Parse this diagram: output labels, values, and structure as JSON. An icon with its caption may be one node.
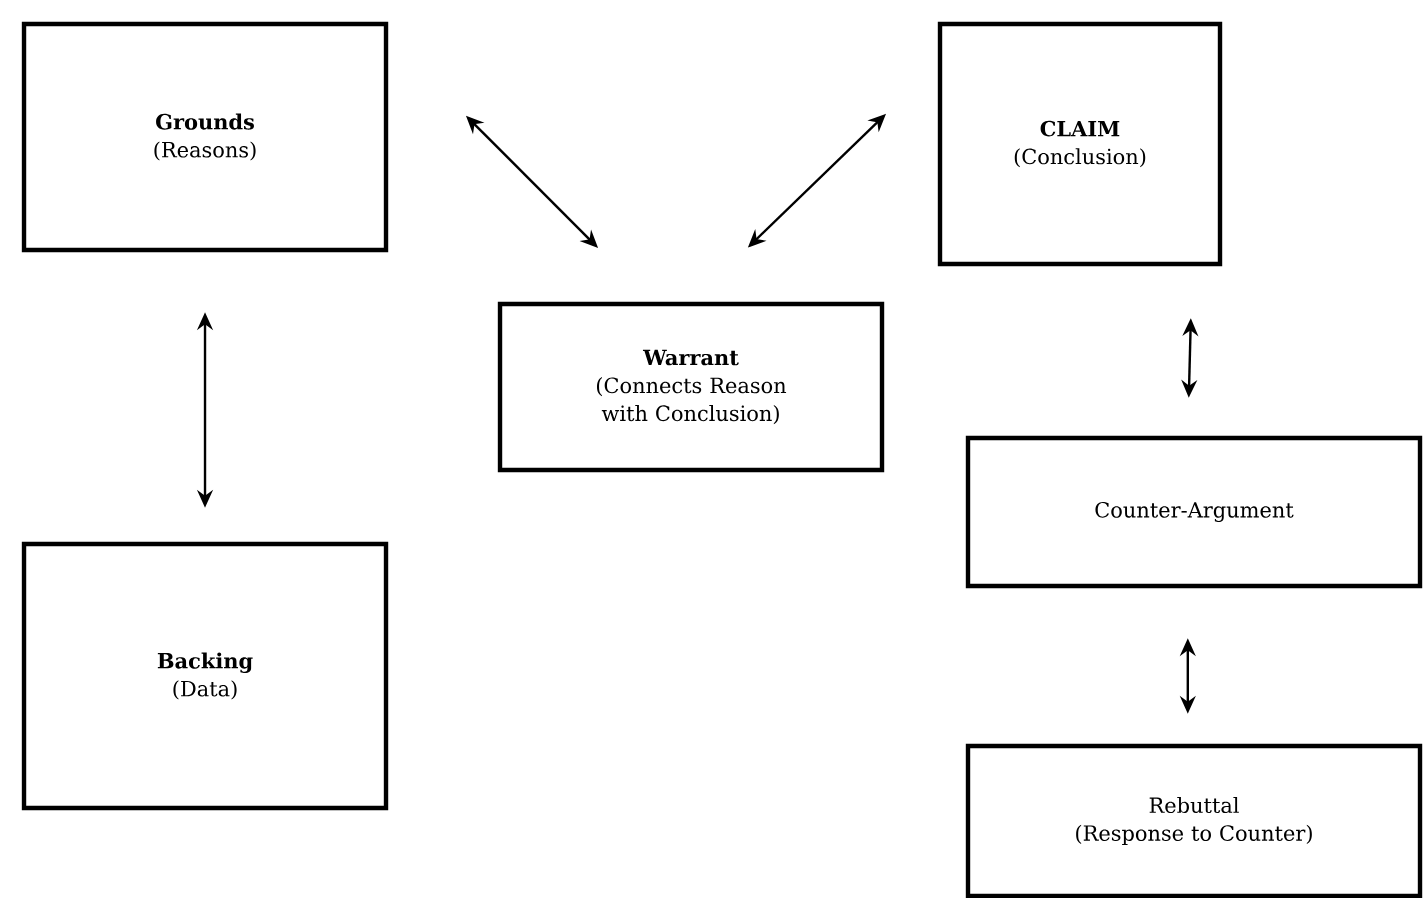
{
  "diagram": {
    "nodes": [
      {
        "text": [
          "Grounds",
          "(Reasons)"
        ]
      },
      {
        "text": [
          "CLAIM",
          "(Conclusion)"
        ]
      },
      {
        "text": [
          "Warrant",
          "(Connects Reason with Conclusion)"
        ]
      },
      {
        "text": [
          "Backing",
          "(Data)"
        ]
      },
      {
        "text": [
          "Counter-Argument"
        ]
      },
      {
        "text": [
          "Rebuttal",
          "(Response to Counter)"
        ]
      }
    ],
    "edges": [
      {
        "from": 0,
        "to": 2,
        "arrow": "both"
      },
      {
        "from": 1,
        "to": 2,
        "arrow": "both"
      },
      {
        "from": 0,
        "to": 3,
        "arrow": "both"
      },
      {
        "from": 1,
        "to": 4,
        "arrow": "both"
      },
      {
        "from": 4,
        "to": 5,
        "arrow": "both"
      }
    ]
  }
}
